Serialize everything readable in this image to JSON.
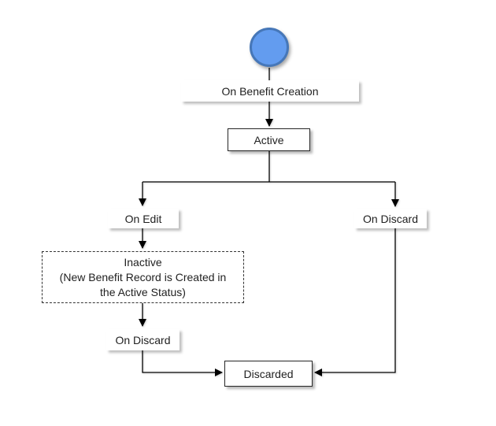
{
  "diagram": {
    "start": {
      "name": "start-node"
    },
    "states": {
      "active": "Active",
      "inactive_lines": [
        "Inactive",
        "(New Benefit Record is Created in",
        "the Active Status)"
      ],
      "discarded": "Discarded"
    },
    "transitions": {
      "on_benefit_creation": "On Benefit Creation",
      "on_edit": "On Edit",
      "on_discard_right": "On Discard",
      "on_discard_left": "On Discard"
    },
    "colors": {
      "start_fill": "#639CEF",
      "start_stroke": "#4677B8",
      "connector": "#000000",
      "node_fill": "#ffffff"
    }
  }
}
